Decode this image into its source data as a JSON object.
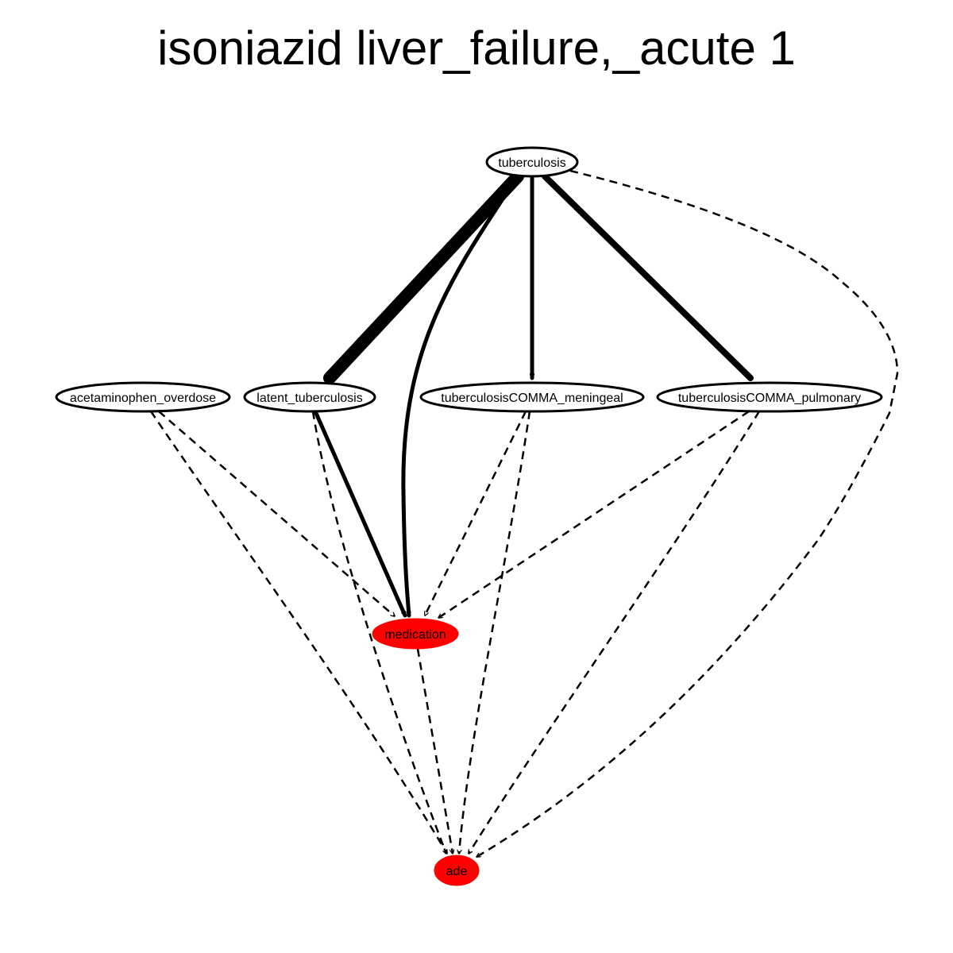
{
  "title": "isoniazid liver_failure,_acute 1",
  "colors": {
    "highlight": "#ff0000",
    "edge": "#000000",
    "node_fill": "#ffffff"
  },
  "nodes": [
    {
      "id": "tuberculosis",
      "label": "tuberculosis",
      "highlight": false
    },
    {
      "id": "acetaminophen_overdose",
      "label": "acetaminophen_overdose",
      "highlight": false
    },
    {
      "id": "latent_tuberculosis",
      "label": "latent_tuberculosis",
      "highlight": false
    },
    {
      "id": "tuberculosisCOMMA_meningeal",
      "label": "tuberculosisCOMMA_meningeal",
      "highlight": false
    },
    {
      "id": "tuberculosisCOMMA_pulmonary",
      "label": "tuberculosisCOMMA_pulmonary",
      "highlight": false
    },
    {
      "id": "medication",
      "label": "medication",
      "highlight": true
    },
    {
      "id": "ade",
      "label": "ade",
      "highlight": true
    }
  ],
  "edges": [
    {
      "from": "tuberculosis",
      "to": "latent_tuberculosis",
      "style": "solid",
      "weight": "heaviest"
    },
    {
      "from": "tuberculosis",
      "to": "medication",
      "style": "solid",
      "weight": "medium"
    },
    {
      "from": "tuberculosis",
      "to": "tuberculosisCOMMA_meningeal",
      "style": "solid",
      "weight": "medium"
    },
    {
      "from": "tuberculosis",
      "to": "tuberculosisCOMMA_pulmonary",
      "style": "solid",
      "weight": "heavy"
    },
    {
      "from": "tuberculosis",
      "to": "ade",
      "style": "dashed",
      "weight": "thin"
    },
    {
      "from": "latent_tuberculosis",
      "to": "medication",
      "style": "solid",
      "weight": "medium"
    },
    {
      "from": "latent_tuberculosis",
      "to": "ade",
      "style": "dashed",
      "weight": "thin"
    },
    {
      "from": "acetaminophen_overdose",
      "to": "medication",
      "style": "dashed",
      "weight": "thin"
    },
    {
      "from": "acetaminophen_overdose",
      "to": "ade",
      "style": "dashed",
      "weight": "thin"
    },
    {
      "from": "tuberculosisCOMMA_meningeal",
      "to": "medication",
      "style": "dashed",
      "weight": "thin"
    },
    {
      "from": "tuberculosisCOMMA_meningeal",
      "to": "ade",
      "style": "dashed",
      "weight": "thin"
    },
    {
      "from": "tuberculosisCOMMA_pulmonary",
      "to": "medication",
      "style": "dashed",
      "weight": "thin"
    },
    {
      "from": "tuberculosisCOMMA_pulmonary",
      "to": "ade",
      "style": "dashed",
      "weight": "thin"
    },
    {
      "from": "medication",
      "to": "ade",
      "style": "dashed",
      "weight": "thin"
    }
  ]
}
